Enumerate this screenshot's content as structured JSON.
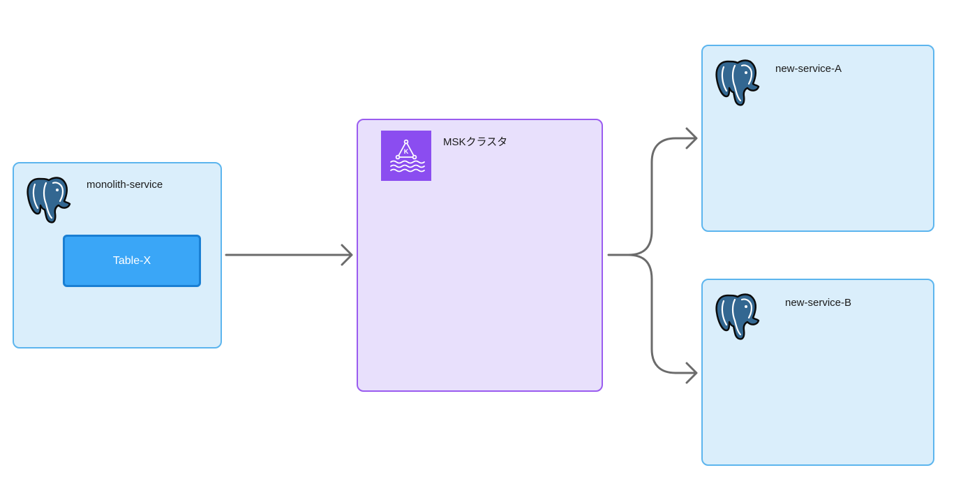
{
  "nodes": {
    "monolith": {
      "label": "monolith-service",
      "icon": "postgresql-icon"
    },
    "table_x": {
      "label": "Table-X"
    },
    "msk": {
      "label": "MSKクラスタ",
      "icon": "amazon-msk-icon"
    },
    "service_a": {
      "label": "new-service-A",
      "icon": "postgresql-icon"
    },
    "service_b": {
      "label": "new-service-B",
      "icon": "postgresql-icon"
    }
  },
  "edges": [
    {
      "from": "monolith-service",
      "to": "MSKクラスタ"
    },
    {
      "from": "MSKクラスタ",
      "to": "new-service-A"
    },
    {
      "from": "MSKクラスタ",
      "to": "new-service-B"
    }
  ],
  "colors": {
    "service_fill": "#daeefb",
    "service_border": "#5cb5ee",
    "kafka_fill": "#e8e0fc",
    "kafka_border": "#9a5cef",
    "table_fill": "#3aa6f7",
    "table_border": "#1a7fd3",
    "msk_icon": "#8b4df0",
    "postgres_blue": "#336791",
    "arrow": "#6b6b6b"
  }
}
